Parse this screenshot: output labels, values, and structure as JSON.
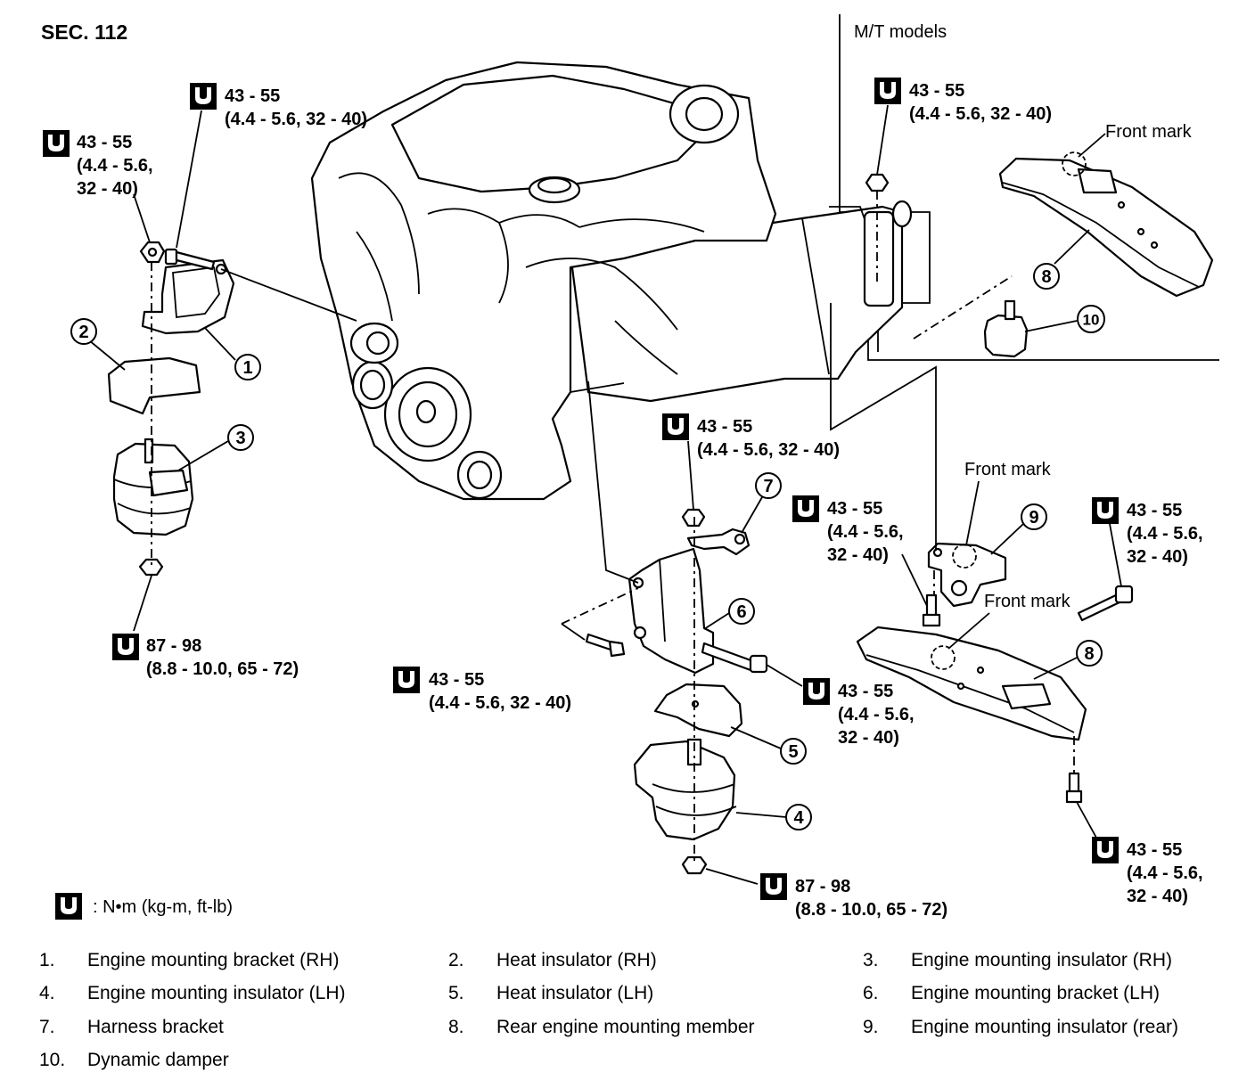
{
  "section": "SEC. 112",
  "mt_models": "M/T models",
  "front_mark": "Front mark",
  "torque_key": ": N•m (kg-m, ft-lb)",
  "torque": {
    "t1": {
      "a": "43 - 55",
      "b": "(4.4 - 5.6, 32 - 40)"
    },
    "t2": {
      "a": "43 - 55",
      "b": "(4.4 - 5.6,",
      "c": "32 - 40)"
    },
    "t3": {
      "a": "87 - 98",
      "b": "(8.8 - 10.0, 65 - 72)"
    },
    "t4": {
      "a": "43 - 55",
      "b": "(4.4 - 5.6, 32 - 40)"
    },
    "t5": {
      "a": "43 - 55",
      "b": "(4.4 - 5.6, 32 - 40)"
    },
    "t6": {
      "a": "43 - 55",
      "b": "(4.4 - 5.6, 32 - 40)"
    },
    "t7": {
      "a": "43 - 55",
      "b": "(4.4 - 5.6,",
      "c": "32 - 40)"
    },
    "t8": {
      "a": "43 - 55",
      "b": "(4.4 - 5.6,",
      "c": "32 - 40)"
    },
    "t9": {
      "a": "43 - 55",
      "b": "(4.4 - 5.6,",
      "c": "32 - 40)"
    },
    "t10": {
      "a": "87 - 98",
      "b": "(8.8 - 10.0, 65 - 72)"
    },
    "t11": {
      "a": "43 - 55",
      "b": "(4.4 - 5.6,",
      "c": "32 - 40)"
    }
  },
  "callouts": [
    "1",
    "2",
    "3",
    "4",
    "5",
    "6",
    "7",
    "8",
    "9",
    "10"
  ],
  "parts": [
    {
      "num": "1.",
      "label": "Engine mounting bracket (RH)"
    },
    {
      "num": "2.",
      "label": "Heat insulator (RH)"
    },
    {
      "num": "3.",
      "label": "Engine mounting insulator (RH)"
    },
    {
      "num": "4.",
      "label": "Engine mounting insulator (LH)"
    },
    {
      "num": "5.",
      "label": "Heat insulator (LH)"
    },
    {
      "num": "6.",
      "label": "Engine mounting bracket (LH)"
    },
    {
      "num": "7.",
      "label": "Harness bracket"
    },
    {
      "num": "8.",
      "label": "Rear engine mounting member"
    },
    {
      "num": "9.",
      "label": "Engine mounting insulator (rear)"
    },
    {
      "num": "10.",
      "label": "Dynamic damper"
    }
  ]
}
